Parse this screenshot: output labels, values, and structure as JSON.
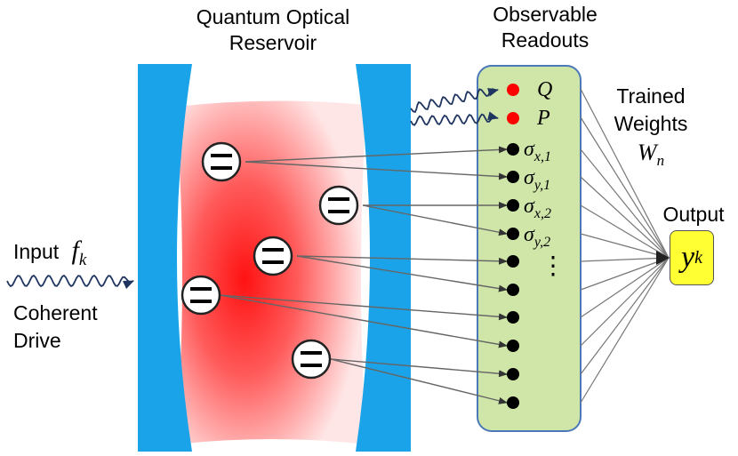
{
  "reservoir": {
    "title_line1": "Quantum Optical",
    "title_line2": "Reservoir"
  },
  "readouts": {
    "title_line1": "Observable",
    "title_line2": "Readouts",
    "q": "Q",
    "p": "P",
    "sx1_base": "σ",
    "sx1_sub": "x,1",
    "sy1_base": "σ",
    "sy1_sub": "y,1",
    "sx2_base": "σ",
    "sx2_sub": "x,2",
    "sy2_base": "σ",
    "sy2_sub": "y,2",
    "ellipsis": "⋮"
  },
  "input": {
    "label": "Input",
    "symbol_base": "f",
    "symbol_sub": "k",
    "drive_line1": "Coherent",
    "drive_line2": "Drive"
  },
  "weights": {
    "line1": "Trained",
    "line2": "Weights",
    "symbol_base": "W",
    "symbol_sub": "n"
  },
  "output": {
    "label": "Output",
    "symbol_base": "y",
    "symbol_sub": "k"
  },
  "colors": {
    "mirror": "#1aa3e8",
    "cavity_glow": "#ff1a1a",
    "readout_panel": "#cfe6a8",
    "readout_border": "#4a78b8",
    "optical_dot": "#ff0000",
    "spin_dot": "#000000",
    "arrow": "#666666",
    "wavy_arrow": "#1f3560",
    "output_box": "#ffff33"
  },
  "icons": [
    "atom-qubit-icon",
    "wavy-arrow-icon"
  ]
}
